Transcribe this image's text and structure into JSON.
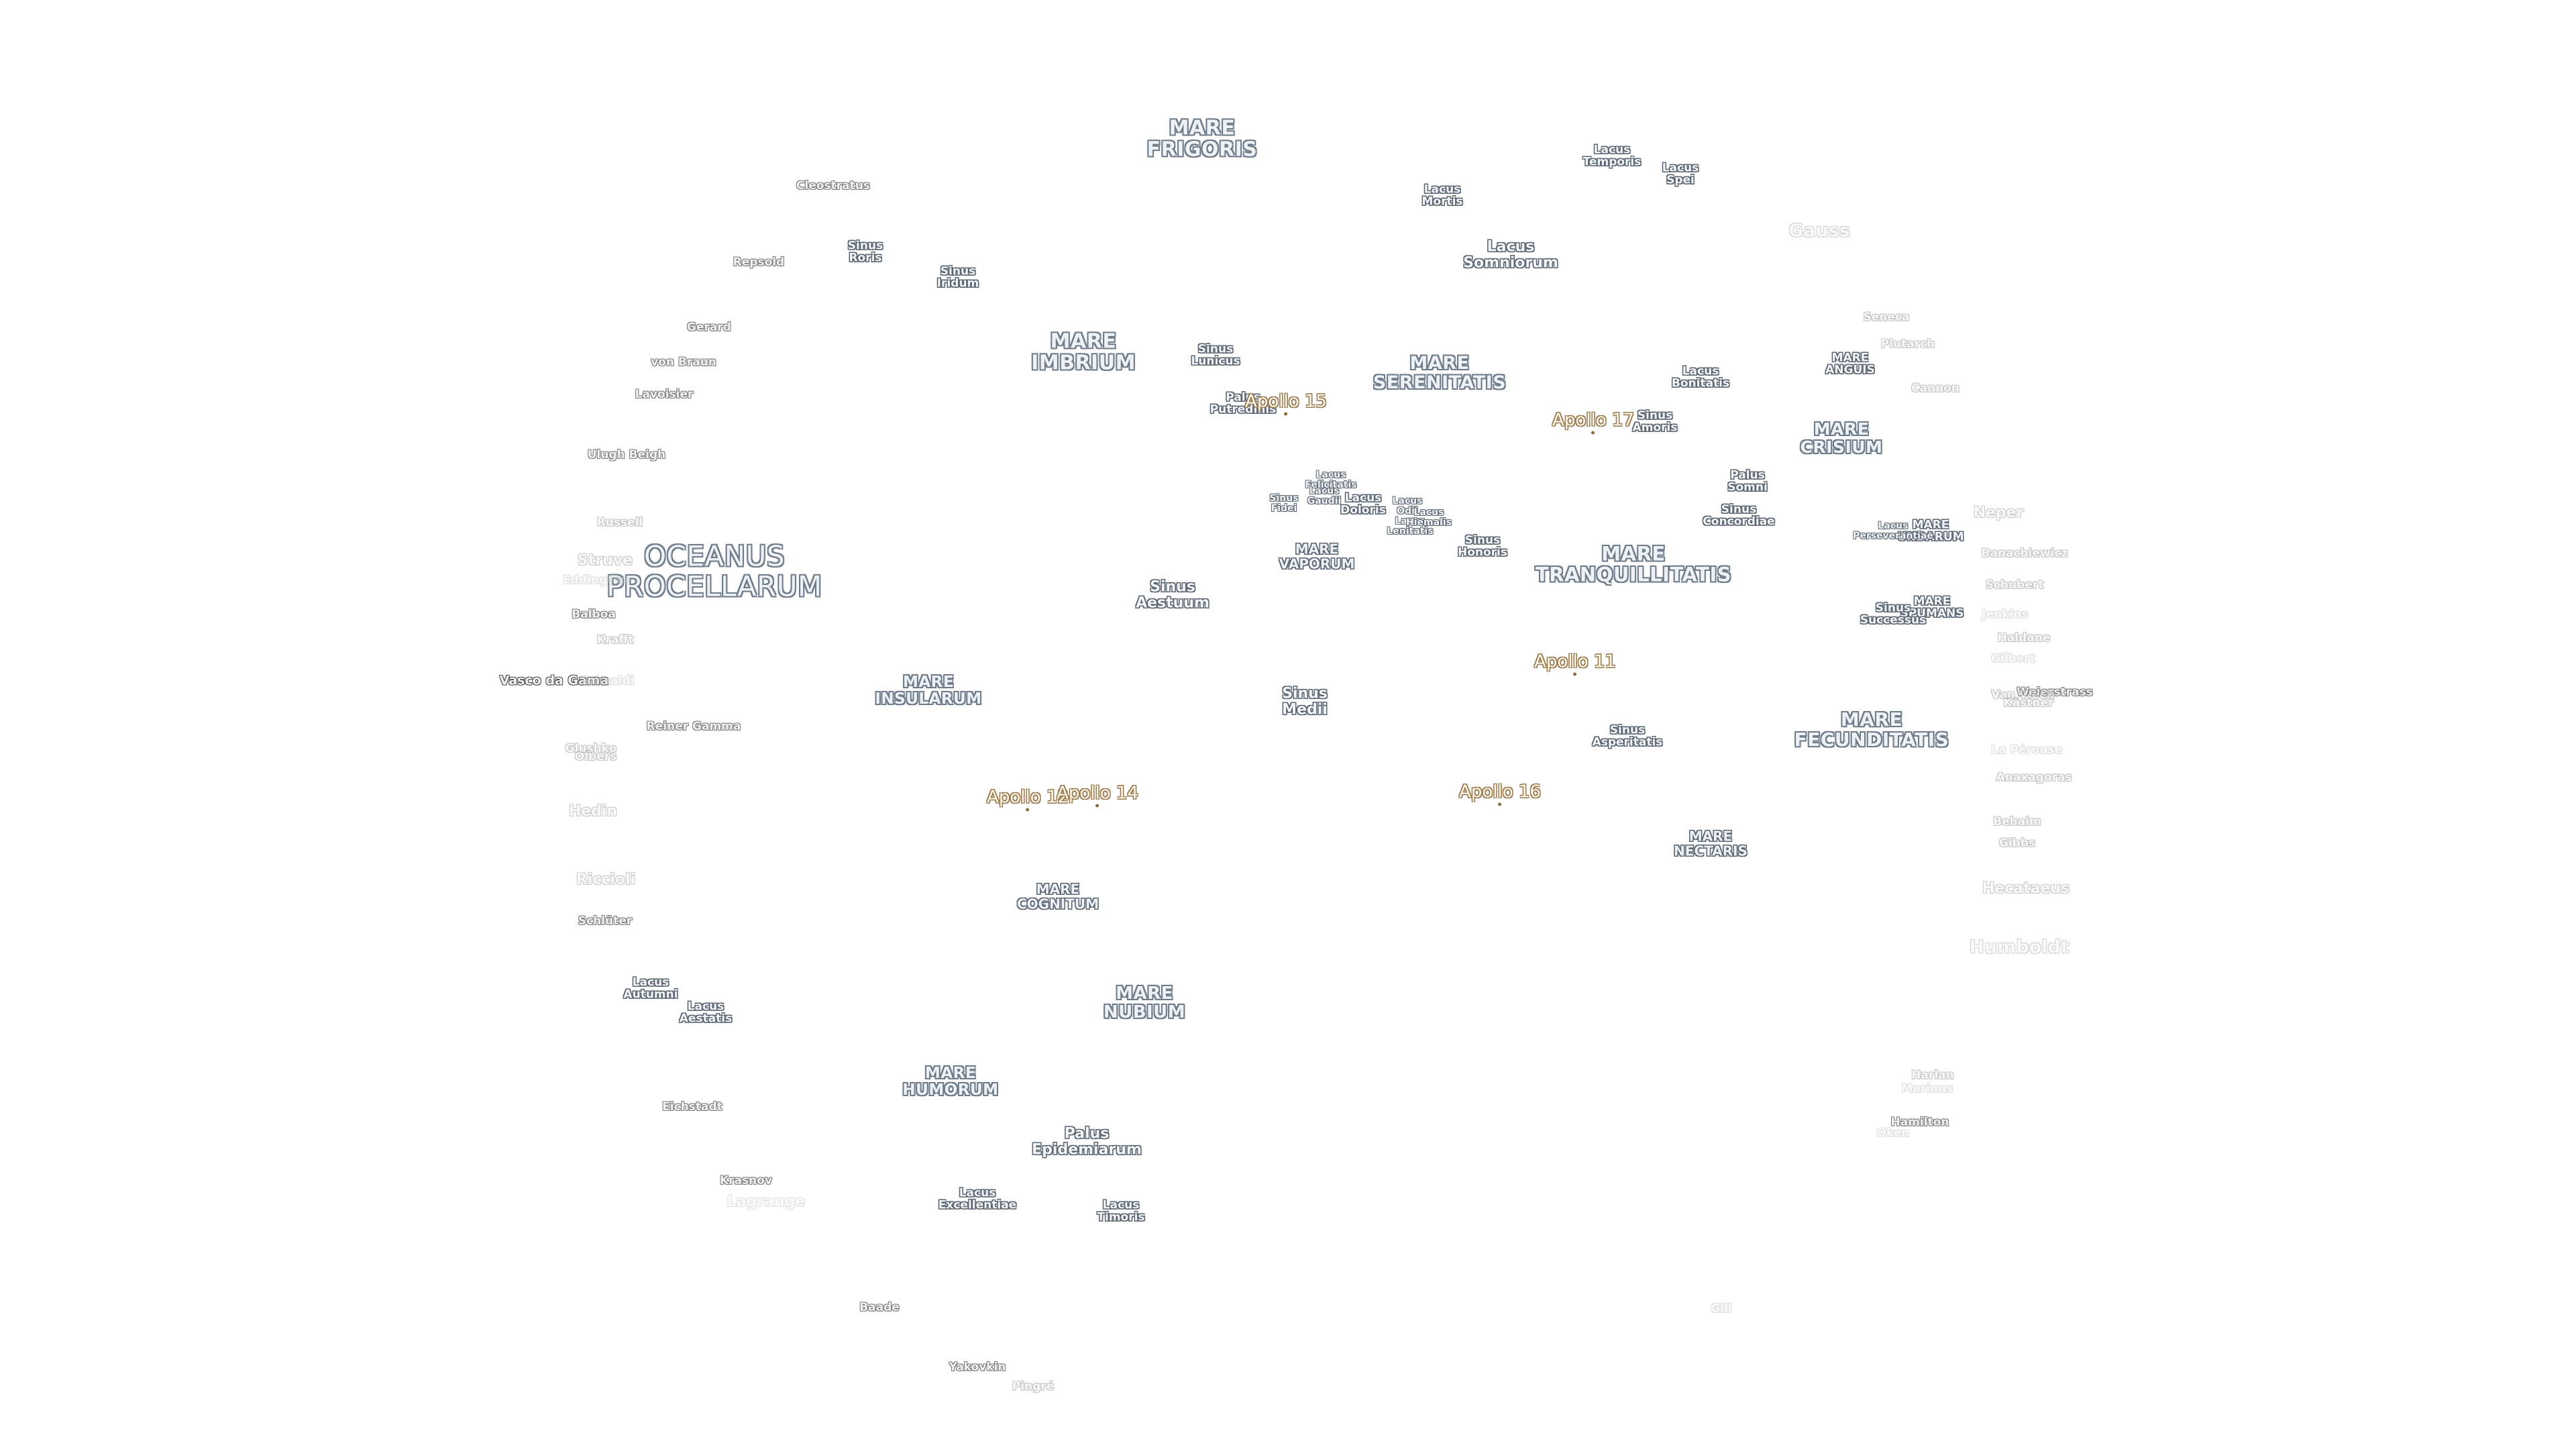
{
  "colors": {
    "background": "#ffffff",
    "mare_fill": "#eef2f6",
    "mare_outline": "#6e7b89",
    "apollo_fill": "#fff8ec",
    "apollo_outline": "#9a7c52",
    "crater_outline": "#7a7a7a"
  },
  "maria": {
    "oceanus_procellarum": [
      "OCEANUS",
      "PROCELLARUM"
    ],
    "mare_frigoris": [
      "MARE",
      "FRIGORIS"
    ],
    "mare_imbrium": [
      "MARE",
      "IMBRIUM"
    ],
    "mare_serenitatis": [
      "MARE",
      "SERENITATIS"
    ],
    "mare_crisium": [
      "MARE",
      "CRISIUM"
    ],
    "mare_tranquillitatis": [
      "MARE",
      "TRANQUILLITATIS"
    ],
    "mare_fecunditatis": [
      "MARE",
      "FECUNDITATIS"
    ],
    "mare_nectaris": [
      "MARE",
      "NECTARIS"
    ],
    "mare_insularum": [
      "MARE",
      "INSULARUM"
    ],
    "mare_cognitum": [
      "MARE",
      "COGNITUM"
    ],
    "mare_nubium": [
      "MARE",
      "NUBIUM"
    ],
    "mare_humorum": [
      "MARE",
      "HUMORUM"
    ],
    "mare_vaporum": [
      "MARE",
      "VAPORUM"
    ],
    "mare_anguis": [
      "MARE",
      "ANGUIS"
    ],
    "mare_undarum": [
      "MARE",
      "UNDARUM"
    ],
    "mare_spumans": [
      "MARE",
      "SPUMANS"
    ]
  },
  "features": {
    "lacus_temporis": [
      "Lacus",
      "Temporis"
    ],
    "lacus_spei": [
      "Lacus",
      "Spei"
    ],
    "lacus_mortis": [
      "Lacus",
      "Mortis"
    ],
    "lacus_somniorum": [
      "Lacus",
      "Somniorum"
    ],
    "lacus_bonitatis": [
      "Lacus",
      "Bonitatis"
    ],
    "sinus_roris": [
      "Sinus",
      "Roris"
    ],
    "sinus_iridum": [
      "Sinus",
      "Iridum"
    ],
    "sinus_lunicus": [
      "Sinus",
      "Lunicus"
    ],
    "palus_putredinis": [
      "Palus",
      "Putredinis"
    ],
    "sinus_amoris": [
      "Sinus",
      "Amoris"
    ],
    "palus_somni": [
      "Palus",
      "Somni"
    ],
    "sinus_concordiae": [
      "Sinus",
      "Concordiae"
    ],
    "lacus_perseverantiae": [
      "Lacus",
      "Perseverantiae"
    ],
    "sinus_successus": [
      "Sinus",
      "Successus"
    ],
    "lacus_felicitatis": [
      "Lacus",
      "Felicitatis"
    ],
    "sinus_fidei": [
      "Sinus",
      "Fidei"
    ],
    "lacus_doloris": [
      "Lacus",
      "Doloris"
    ],
    "lacus_gaudii": [
      "Lacus",
      "Gaudii"
    ],
    "lacus_odii": [
      "Lacus",
      "Odii"
    ],
    "lacus_lenitatis": [
      "Lacus",
      "Lenitatis"
    ],
    "lacus_hiemalis": [
      "Lacus",
      "Hiemalis"
    ],
    "sinus_honoris": [
      "Sinus",
      "Honoris"
    ],
    "sinus_aestuum": [
      "Sinus",
      "Aestuum"
    ],
    "sinus_medii": [
      "Sinus",
      "Medii"
    ],
    "sinus_asperitatis": [
      "Sinus",
      "Asperitatis"
    ],
    "lacus_autumni": [
      "Lacus",
      "Autumni"
    ],
    "lacus_aestatis": [
      "Lacus",
      "Aestatis"
    ],
    "palus_epidemiarum": [
      "Palus",
      "Epidemiarum"
    ],
    "lacus_excellentiae": [
      "Lacus",
      "Excellentiae"
    ],
    "lacus_timoris": [
      "Lacus",
      "Timoris"
    ]
  },
  "apollo": {
    "a15": "Apollo 15",
    "a17": "Apollo 17",
    "a11": "Apollo 11",
    "a12": "Apollo 12",
    "a14": "Apollo 14",
    "a16": "Apollo 16"
  },
  "craters": {
    "cleostratus": "Cleostratus",
    "repsold": "Repsold",
    "gerard": "Gerard",
    "von_braun": "von Braun",
    "lavoisier": "Lavoisier",
    "ulugh_beigh": "Ulugh Beigh",
    "russell": "Russell",
    "struve": "Struve",
    "eddington": "Eddington",
    "balboa": "Balboa",
    "krafft": "Krafft",
    "vasco_da_gama": "Vasco da Gama",
    "reiner_gamma": "Reiner Gamma",
    "olbers": "Olbers",
    "glushko": "Glushko",
    "hedin": "Hedin",
    "riccioli": "Riccioli",
    "schluter": "Schlüter",
    "eichstadt": "Eichstadt",
    "krasnov": "Krasnov",
    "lagrange": "Lagrange",
    "baade": "Baade",
    "yakovkin": "Yakovkin",
    "pingre": "Pingré",
    "gauss": "Gauss",
    "seneca": "Seneca",
    "plutarch": "Plutarch",
    "cannon": "Cannon",
    "neper": "Neper",
    "banachiewicz": "Banachiewicz",
    "schubert": "Schubert",
    "jenkins": "Jenkins",
    "haldane": "Haldane",
    "gilbert": "Gilbert",
    "weierstrass": "Weierstrass",
    "van_vleck": "Van Vleck",
    "kastner": "Kästner",
    "la_perouse": "La Pérouse",
    "anaxagoras": "Anaxagoras",
    "behaim": "Behaim",
    "gibbs": "Gibbs",
    "hecataeus": "Hecataeus",
    "humboldt": "Humboldt",
    "harlan": "Harlan",
    "marinus": "Marinus",
    "hamilton": "Hamilton",
    "oken": "Oken",
    "gill": "Gill",
    "grimaldi": "Grimaldi"
  }
}
